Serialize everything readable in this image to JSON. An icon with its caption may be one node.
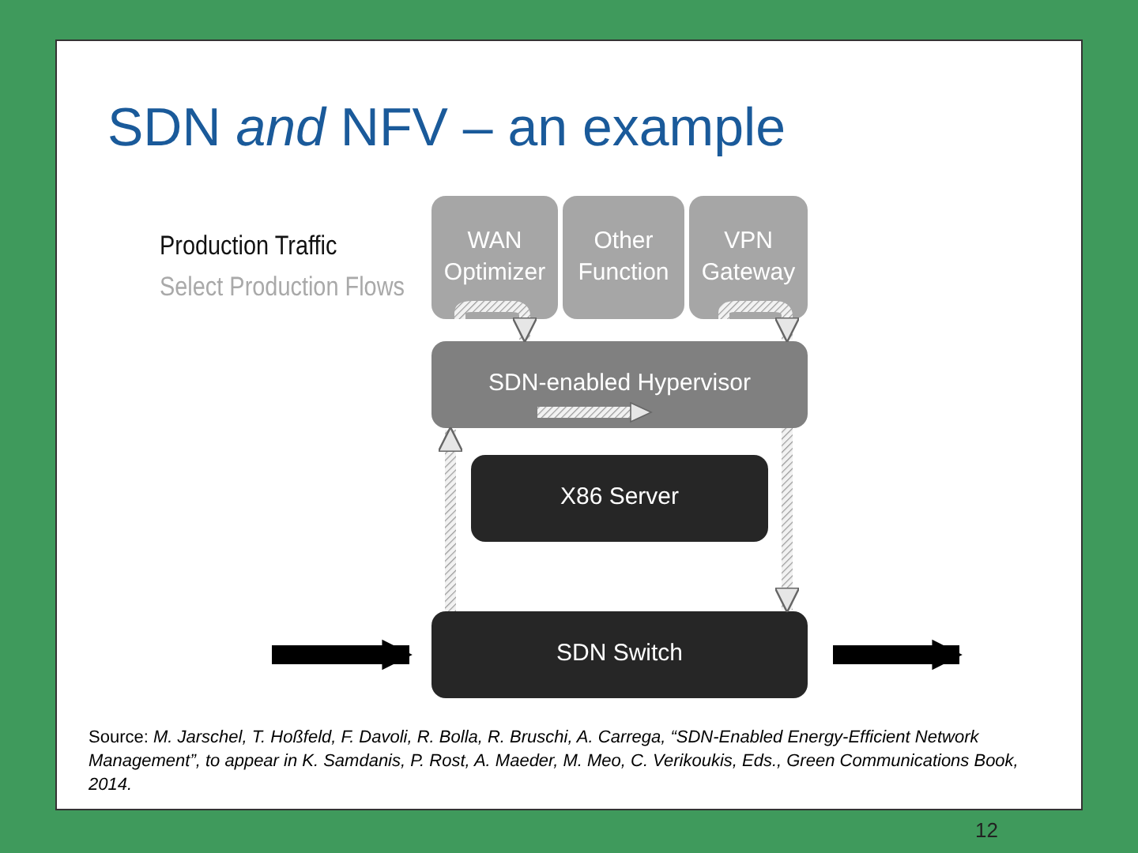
{
  "diagram": {
    "title": "SDN *and* NFV – an example",
    "caption": "Source: *M. Jarschel, T. Hoßfeld, F. Davoli, R. Bolla, R. Bruschi, A. Carrega, “SDN-Enabled Energy-Efficient Network Management”, to appear in K. Samdanis, P. Rost, A. Maeder, M. Meo, C. Verikoukis, Eds., Green Communications Book, 2014.*",
    "nodes": [
      {
        "text": [
          "WAN Optimizer"
        ]
      },
      {
        "text": [
          "Other Function"
        ]
      },
      {
        "text": [
          "VPN Gateway"
        ]
      },
      {
        "text": [
          "SDN-enabled Hypervisor"
        ]
      },
      {
        "text": [
          "X86 Server"
        ]
      },
      {
        "text": [
          "SDN Switch"
        ]
      }
    ],
    "edges": [
      {
        "from": null,
        "to": 5,
        "arrow": "to",
        "color": "#000000"
      },
      {
        "from": 5,
        "to": 3,
        "arrow": "to"
      },
      {
        "from": 0,
        "to": 3,
        "arrow": "to"
      },
      {
        "from": 2,
        "to": 3,
        "arrow": "to"
      },
      {
        "from": 3,
        "to": 5,
        "arrow": "to"
      },
      {
        "from": 5,
        "to": null,
        "arrow": "to",
        "color": "#000000"
      }
    ],
    "labels": [
      "Production Traffic",
      "Select Production Flows",
      "12"
    ]
  }
}
